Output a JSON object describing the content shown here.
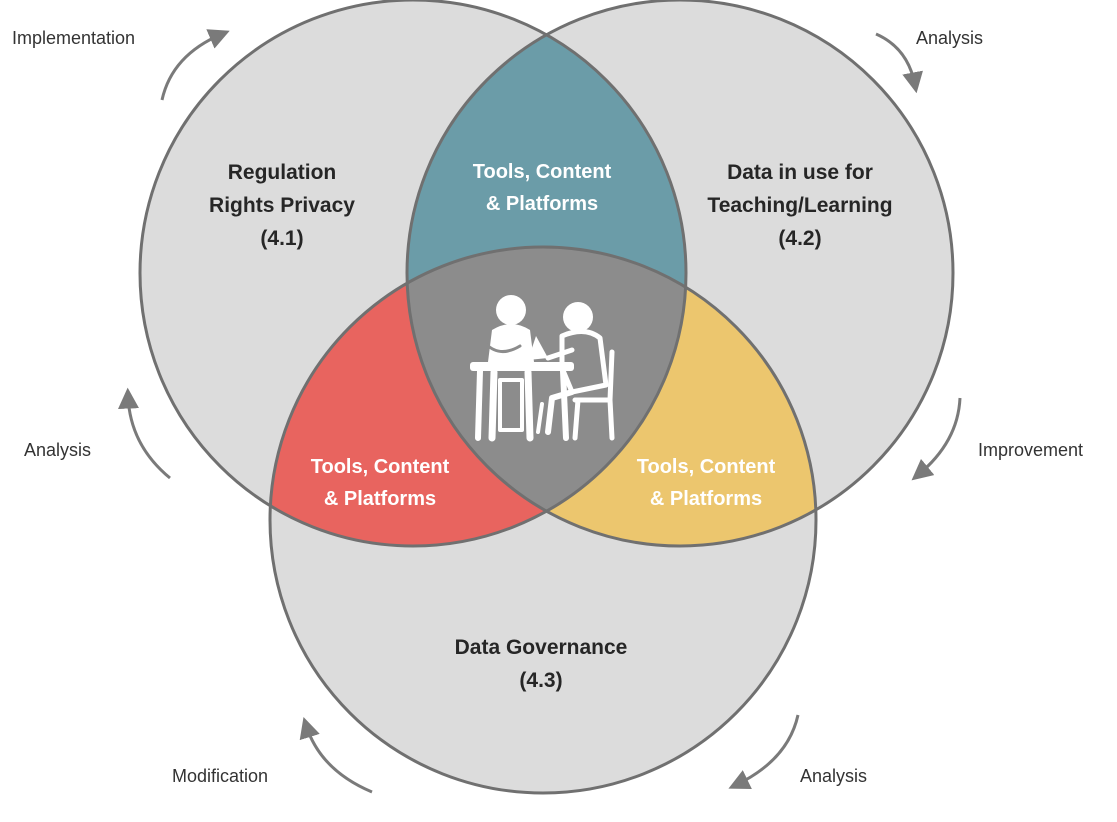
{
  "colors": {
    "circle_fill": "#dcdcdc",
    "circle_stroke": "#707070",
    "center_fill": "#8c8c8c",
    "overlap_top": "#6b9ca8",
    "overlap_left": "#e8645f",
    "overlap_right": "#ecc66e",
    "arrow": "#7a7a7a"
  },
  "circles": {
    "left": {
      "lines": [
        "Regulation",
        "Rights Privacy",
        "(4.1)"
      ]
    },
    "right": {
      "lines": [
        "Data in use for",
        "Teaching/Learning",
        "(4.2)"
      ]
    },
    "bottom": {
      "lines": [
        "Data Governance",
        "(4.3)"
      ]
    }
  },
  "overlaps": {
    "top": {
      "lines": [
        "Tools, Content",
        "& Platforms"
      ]
    },
    "left": {
      "lines": [
        "Tools, Content",
        "& Platforms"
      ]
    },
    "right": {
      "lines": [
        "Tools, Content",
        "& Platforms"
      ]
    }
  },
  "center_icon": "people-studying-at-table-icon",
  "cycle_labels": {
    "top_left": "Implementation",
    "top_right": "Analysis",
    "mid_left": "Analysis",
    "mid_right": "Improvement",
    "bottom_left": "Modification",
    "bottom_right": "Analysis"
  }
}
